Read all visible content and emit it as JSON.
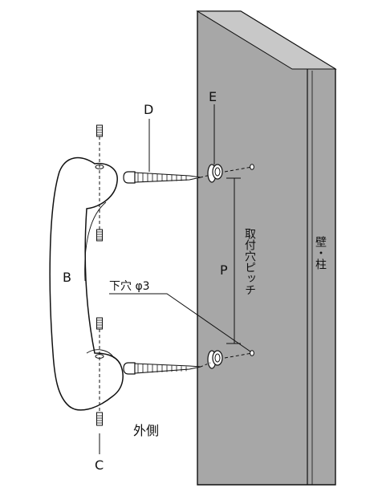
{
  "labels": {
    "d": "D",
    "e": "E",
    "b": "B",
    "c": "C",
    "p": "P",
    "pilot_hole": "下穴 φ3",
    "mounting_pitch": "取付穴ピッチ",
    "wall": "壁・柱",
    "outside": "外側"
  },
  "colors": {
    "wall_face": "#a7a7a7",
    "wall_edge": "#d2d2d2",
    "line": "#111111"
  }
}
